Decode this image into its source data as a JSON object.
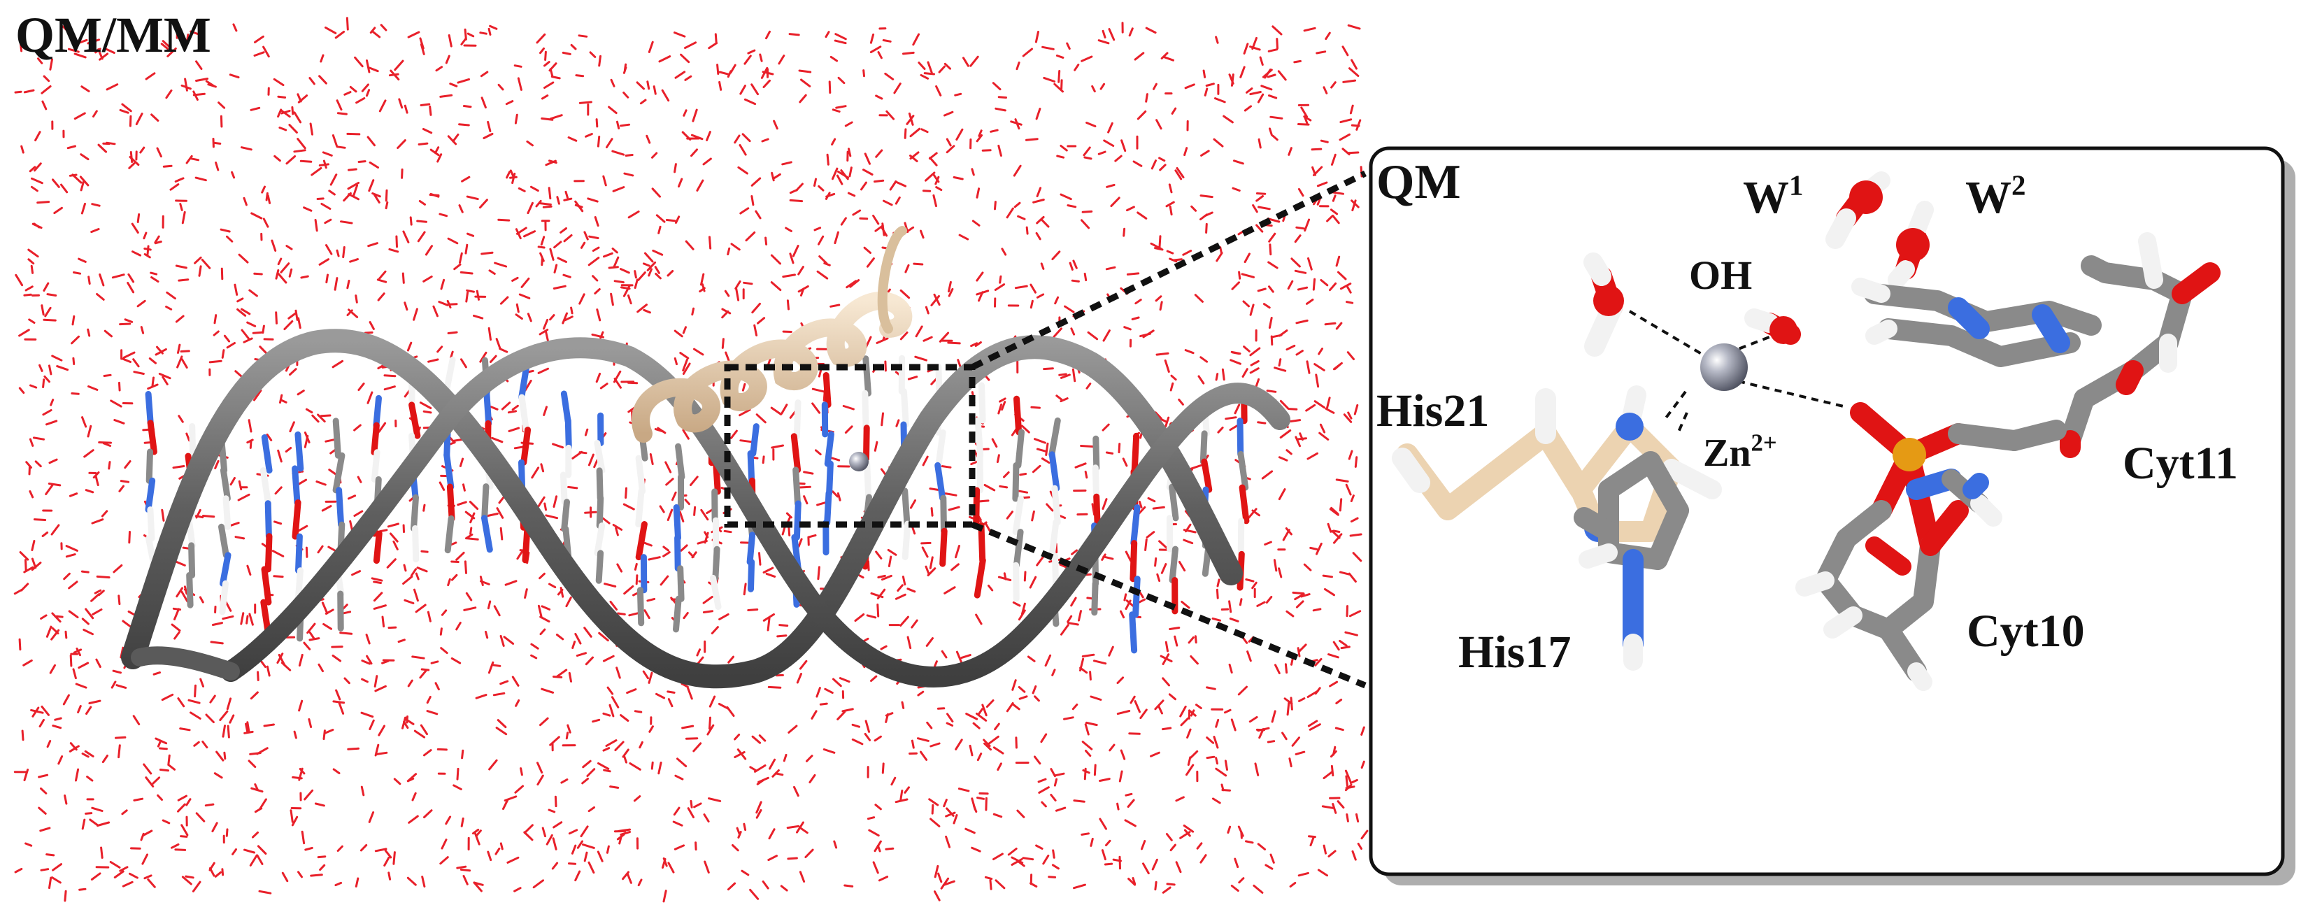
{
  "titles": {
    "overall": "QM/MM",
    "inset": "QM"
  },
  "labels": {
    "w1": {
      "base": "W",
      "sup": "1"
    },
    "w2": {
      "base": "W",
      "sup": "2"
    },
    "hydroxide": "OH",
    "zinc": {
      "base": "Zn",
      "sup": "2+"
    },
    "his21": "His21",
    "his17": "His17",
    "cyt11": "Cyt11",
    "cyt10": "Cyt10"
  },
  "colors": {
    "water": "#e8202a",
    "dna_backbone": "#6e6e6e",
    "protein_helix": "#e8cfae",
    "nitrogen": "#3b6ee0",
    "oxygen": "#e01414",
    "phosphorus": "#e59a14",
    "hydrogen": "#f2f2f2",
    "zinc": "#8f93a2",
    "carbon_his21": "#ecd3b1",
    "carbon_grey": "#8a8a8a"
  }
}
